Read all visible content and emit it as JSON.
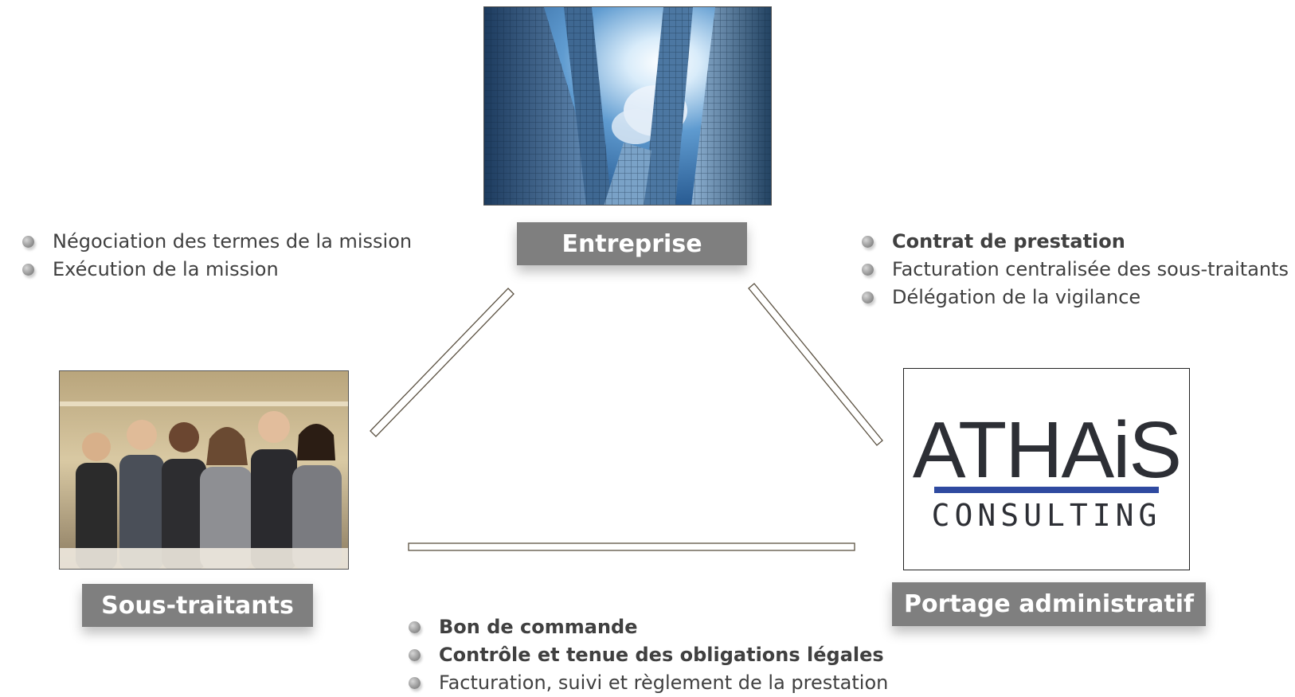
{
  "nodes": {
    "entreprise": {
      "label": "Entreprise"
    },
    "sous_traitants": {
      "label": "Sous-traitants"
    },
    "portage": {
      "label": "Portage administratif"
    }
  },
  "logo": {
    "name": "ATHAiS",
    "subtitle": "CONSULTING",
    "bar_color": "#2f4aa0"
  },
  "lists": {
    "left": [
      {
        "text": "Négociation des termes de la mission",
        "bold": false
      },
      {
        "text": "Exécution de la mission",
        "bold": false
      }
    ],
    "right": [
      {
        "text": "Contrat de prestation",
        "bold": true
      },
      {
        "text": "Facturation centralisée des sous-traitants",
        "bold": false
      },
      {
        "text": "Délégation de la vigilance",
        "bold": false
      }
    ],
    "bottom": [
      {
        "text": "Bon de commande",
        "bold": true
      },
      {
        "text": "Contrôle et tenue des obligations légales",
        "bold": true
      },
      {
        "text": "Facturation, suivi et règlement de la prestation",
        "bold": false
      }
    ]
  },
  "colors": {
    "label_bg": "#7f7f7f",
    "label_text": "#ffffff",
    "body_text": "#404040"
  }
}
